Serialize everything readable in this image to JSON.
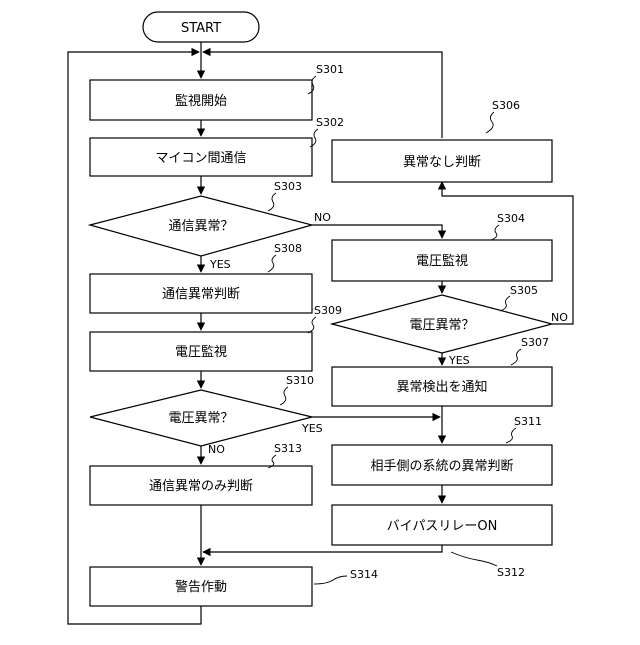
{
  "flowchart": {
    "start": "START",
    "nodes": {
      "s301": {
        "label": "監視開始",
        "step": "S301"
      },
      "s302": {
        "label": "マイコン間通信",
        "step": "S302"
      },
      "s303": {
        "label": "通信異常？",
        "step": "S303"
      },
      "s308": {
        "label": "通信異常判断",
        "step": "S308"
      },
      "s309": {
        "label": "電圧監視",
        "step": "S309"
      },
      "s310": {
        "label": "電圧異常？",
        "step": "S310"
      },
      "s313": {
        "label": "通信異常のみ判断",
        "step": "S313"
      },
      "s314": {
        "label": "警告作動",
        "step": "S314"
      },
      "s306": {
        "label": "異常なし判断",
        "step": "S306"
      },
      "s304": {
        "label": "電圧監視",
        "step": "S304"
      },
      "s305": {
        "label": "電圧異常？",
        "step": "S305"
      },
      "s307": {
        "label": "異常検出を通知",
        "step": "S307"
      },
      "s311": {
        "label": "相手側の系統の異常判断",
        "step": "S311"
      },
      "s312": {
        "label": "バイパスリレーON",
        "step": "S312"
      }
    },
    "branches": {
      "s303_no": "NO",
      "s303_yes": "YES",
      "s305_no": "NO",
      "s305_yes": "YES",
      "s310_yes": "YES",
      "s310_no": "NO"
    }
  }
}
